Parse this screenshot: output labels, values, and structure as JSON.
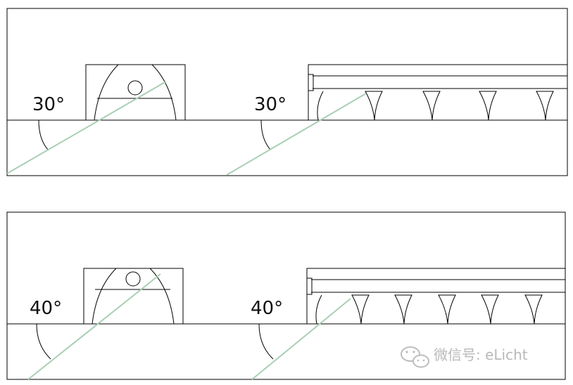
{
  "panels": [
    {
      "angle_label_left": "30°",
      "angle_label_right": "30°"
    },
    {
      "angle_label_left": "40°",
      "angle_label_right": "40°"
    }
  ],
  "watermark": {
    "text": "微信号: eLicht",
    "icon": "wechat-icon"
  },
  "colors": {
    "ray": "#a9cfb5",
    "line": "#000000",
    "watermark": "#b9b9b9"
  }
}
